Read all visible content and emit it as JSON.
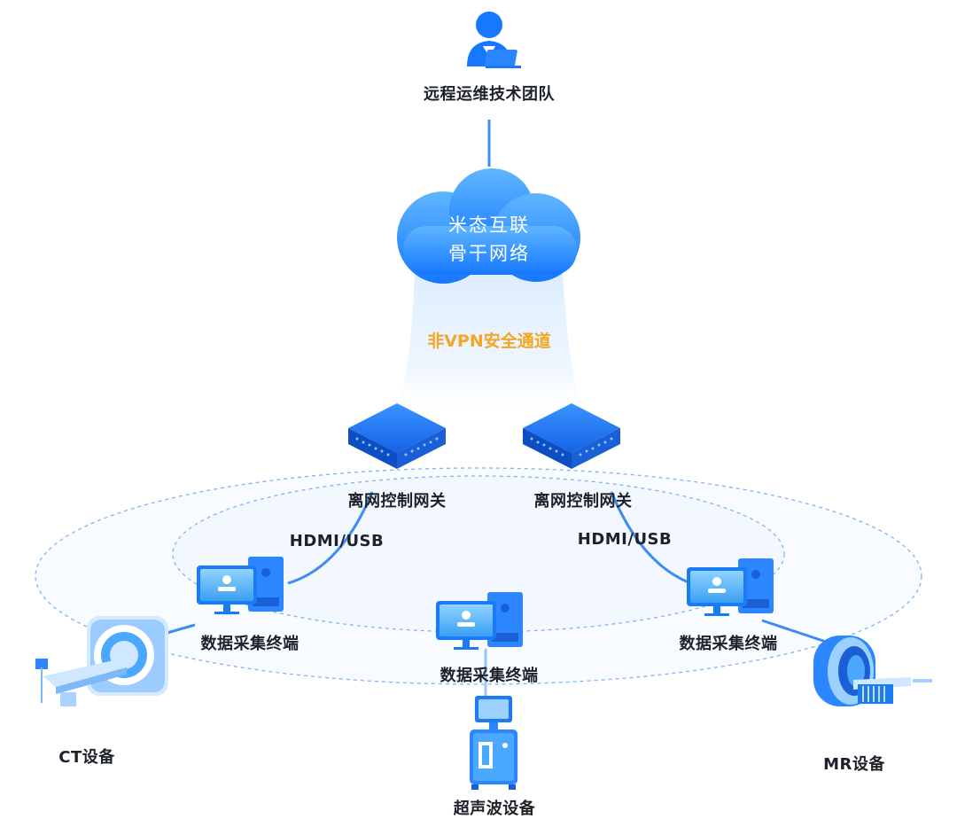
{
  "team": {
    "label": "远程运维技术团队",
    "icon": "person-laptop-icon"
  },
  "cloud": {
    "line1": "米态互联",
    "line2": "骨干网络"
  },
  "tunnel": {
    "label": "非VPN安全通道",
    "color": "#f5a623"
  },
  "gateways": [
    {
      "label": "离网控制网关",
      "icon": "gateway-router-icon"
    },
    {
      "label": "离网控制网关",
      "icon": "gateway-router-icon"
    }
  ],
  "links": [
    {
      "label": "HDMI/USB"
    },
    {
      "label": "HDMI/USB"
    }
  ],
  "terminals": [
    {
      "label": "数据采集终端",
      "icon": "desktop-computer-icon"
    },
    {
      "label": "数据采集终端",
      "icon": "desktop-computer-icon"
    },
    {
      "label": "数据采集终端",
      "icon": "desktop-computer-icon"
    }
  ],
  "devices": [
    {
      "label": "CT设备",
      "icon": "ct-scanner-icon"
    },
    {
      "label": "超声波设备",
      "icon": "ultrasound-machine-icon"
    },
    {
      "label": "MR设备",
      "icon": "mri-scanner-icon"
    }
  ],
  "colors": {
    "primary": "#1677ff",
    "light_blue": "#4aa8ff",
    "line": "#3d8df5",
    "text": "#1d2129"
  }
}
